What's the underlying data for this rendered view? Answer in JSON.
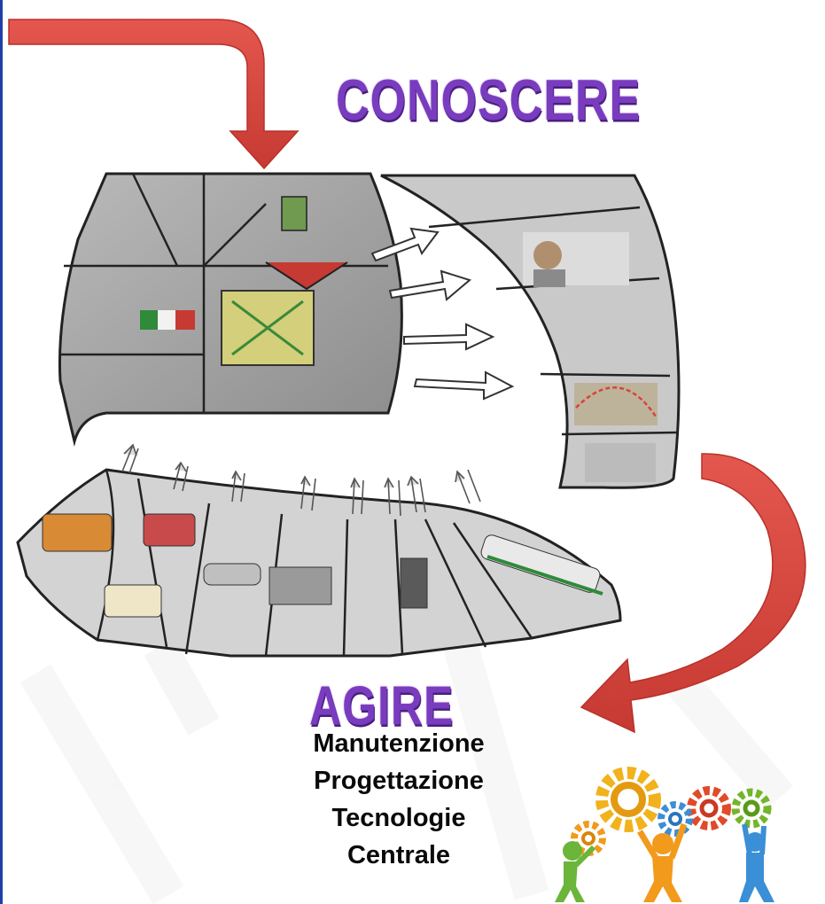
{
  "titles": {
    "top": "CONOSCERE",
    "bottom": "AGIRE"
  },
  "actions": [
    "Manutenzione",
    "Progettazione",
    "Tecnologie",
    "Centrale"
  ],
  "colors": {
    "arrow": "#d9433b",
    "title": "#7a3cbe",
    "border": "#1f3fa8",
    "panel_line": "#222222"
  },
  "icons": {
    "top_arrow": "curved-arrow-down",
    "right_arrow": "curved-arrow-left",
    "flow_arrows": "outline-arrow-right",
    "exchange_arrows": "double-arrow-vertical",
    "gears": "gear-team-people"
  }
}
